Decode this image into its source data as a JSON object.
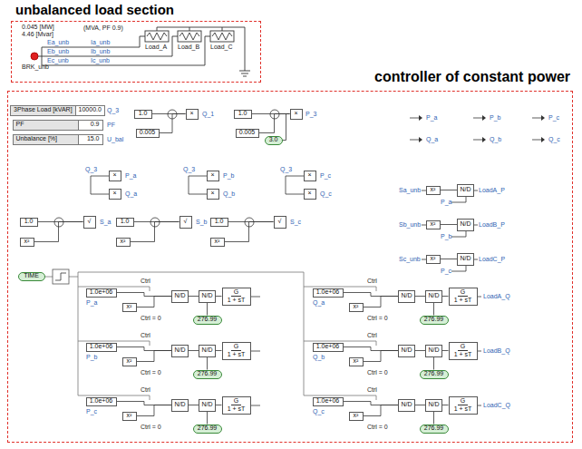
{
  "diagram": {
    "nodes": [
      {
        "text": [
          "unbalanced load section"
        ]
      },
      {
        "text": [
          "controller of constant power"
        ]
      },
      {
        "text": [
          "3Phase Load [kVAR]",
          "10000.0"
        ],
        "in": 1
      },
      {
        "text": [
          "PF",
          "0.9"
        ],
        "in": 1
      },
      {
        "text": [
          "Unbalance [%]",
          "15.0"
        ],
        "in": 1
      },
      {
        "text": [
          "1.0"
        ],
        "in": 1
      },
      {
        "text": [
          "0.005"
        ],
        "in": 1
      },
      {
        "text": [
          "×"
        ],
        "in": 1
      },
      {
        "text": [
          "1.0"
        ],
        "in": 1
      },
      {
        "text": [
          "0.005"
        ],
        "in": 1
      },
      {
        "text": [
          "×"
        ],
        "in": 1
      },
      {
        "text": [
          "3.0"
        ],
        "in": 1
      },
      {
        "text": [
          "×"
        ],
        "in": 1
      },
      {
        "text": [
          "×"
        ],
        "in": 1
      },
      {
        "text": [
          "×"
        ],
        "in": 1
      },
      {
        "text": [
          "×"
        ],
        "in": 1
      },
      {
        "text": [
          "×"
        ],
        "in": 1
      },
      {
        "text": [
          "×"
        ],
        "in": 1
      },
      {
        "text": [
          "1.0"
        ],
        "in": 1
      },
      {
        "text": [
          "√"
        ],
        "in": 1
      },
      {
        "text": [
          "x²"
        ],
        "in": 1
      },
      {
        "text": [
          "1.0"
        ],
        "in": 1
      },
      {
        "text": [
          "√"
        ],
        "in": 1
      },
      {
        "text": [
          "x²"
        ],
        "in": 1
      },
      {
        "text": [
          "1.0"
        ],
        "in": 1
      },
      {
        "text": [
          "√"
        ],
        "in": 1
      },
      {
        "text": [
          "x²"
        ],
        "in": 1
      },
      {
        "text": [
          "x²"
        ],
        "in": 1
      },
      {
        "text": [
          "N/D"
        ],
        "in": 1
      },
      {
        "text": [
          "x²"
        ],
        "in": 1
      },
      {
        "text": [
          "N/D"
        ],
        "in": 1
      },
      {
        "text": [
          "x²"
        ],
        "in": 1
      },
      {
        "text": [
          "N/D"
        ],
        "in": 1
      },
      {
        "text": [
          "TIME"
        ],
        "in": 1
      },
      {
        "text": [
          "1.0e+06"
        ],
        "in": 1
      },
      {
        "text": [
          "x²"
        ],
        "in": 1
      },
      {
        "text": [
          "N/D"
        ],
        "in": 1
      },
      {
        "text": [
          "N/D"
        ],
        "in": 1
      },
      {
        "text": [
          "G",
          "1 + sT"
        ],
        "in": 1
      },
      {
        "text": [
          "276.99"
        ],
        "in": 1
      },
      {
        "text": [
          "1.0e+06"
        ],
        "in": 1
      },
      {
        "text": [
          "x²"
        ],
        "in": 1
      },
      {
        "text": [
          "N/D"
        ],
        "in": 1
      },
      {
        "text": [
          "N/D"
        ],
        "in": 1
      },
      {
        "text": [
          "G",
          "1 + sT"
        ],
        "in": 1
      },
      {
        "text": [
          "276.99"
        ],
        "in": 1
      },
      {
        "text": [
          "1.0e+06"
        ],
        "in": 1
      },
      {
        "text": [
          "x²"
        ],
        "in": 1
      },
      {
        "text": [
          "N/D"
        ],
        "in": 1
      },
      {
        "text": [
          "N/D"
        ],
        "in": 1
      },
      {
        "text": [
          "G",
          "1 + sT"
        ],
        "in": 1
      },
      {
        "text": [
          "276.99"
        ],
        "in": 1
      },
      {
        "text": [
          "1.0e+06"
        ],
        "in": 1
      },
      {
        "text": [
          "x²"
        ],
        "in": 1
      },
      {
        "text": [
          "N/D"
        ],
        "in": 1
      },
      {
        "text": [
          "N/D"
        ],
        "in": 1
      },
      {
        "text": [
          "G",
          "1 + sT"
        ],
        "in": 1
      },
      {
        "text": [
          "276.99"
        ],
        "in": 1
      },
      {
        "text": [
          "1.0e+06"
        ],
        "in": 1
      },
      {
        "text": [
          "x²"
        ],
        "in": 1
      },
      {
        "text": [
          "N/D"
        ],
        "in": 1
      },
      {
        "text": [
          "N/D"
        ],
        "in": 1
      },
      {
        "text": [
          "G",
          "1 + sT"
        ],
        "in": 1
      },
      {
        "text": [
          "276.99"
        ],
        "in": 1
      },
      {
        "text": [
          "1.0e+06"
        ],
        "in": 1
      },
      {
        "text": [
          "x²"
        ],
        "in": 1
      },
      {
        "text": [
          "N/D"
        ],
        "in": 1
      },
      {
        "text": [
          "N/D"
        ],
        "in": 1
      },
      {
        "text": [
          "G",
          "1 + sT"
        ],
        "in": 1
      },
      {
        "text": [
          "276.99"
        ],
        "in": 1
      }
    ],
    "edges": [
      {
        "from": 5,
        "to": 7,
        "arrow": "none"
      },
      {
        "from": 6,
        "to": 7,
        "arrow": "none"
      },
      {
        "from": 8,
        "to": 10,
        "arrow": "none"
      },
      {
        "from": 9,
        "to": 10,
        "arrow": "none"
      },
      {
        "from": 11,
        "to": 10,
        "arrow": "none"
      },
      {
        "from": 18,
        "to": 19,
        "arrow": "none"
      },
      {
        "from": 20,
        "to": 19,
        "arrow": "none"
      },
      {
        "from": 21,
        "to": 22,
        "arrow": "none"
      },
      {
        "from": 23,
        "to": 22,
        "arrow": "none"
      },
      {
        "from": 24,
        "to": 25,
        "arrow": "none"
      },
      {
        "from": 26,
        "to": 25,
        "arrow": "none"
      },
      {
        "from": 27,
        "to": 28,
        "arrow": "none"
      },
      {
        "from": 29,
        "to": 30,
        "arrow": "none"
      },
      {
        "from": 31,
        "to": 32,
        "arrow": "none"
      },
      {
        "from": 34,
        "to": 36,
        "arrow": "none"
      },
      {
        "from": 35,
        "to": 36,
        "arrow": "none"
      },
      {
        "from": 36,
        "to": 37,
        "arrow": "none"
      },
      {
        "from": 39,
        "to": 37,
        "arrow": "none"
      },
      {
        "from": 37,
        "to": 38,
        "arrow": "none"
      },
      {
        "from": 40,
        "to": 42,
        "arrow": "none"
      },
      {
        "from": 41,
        "to": 42,
        "arrow": "none"
      },
      {
        "from": 42,
        "to": 43,
        "arrow": "none"
      },
      {
        "from": 45,
        "to": 43,
        "arrow": "none"
      },
      {
        "from": 43,
        "to": 44,
        "arrow": "none"
      },
      {
        "from": 46,
        "to": 48,
        "arrow": "none"
      },
      {
        "from": 47,
        "to": 48,
        "arrow": "none"
      },
      {
        "from": 48,
        "to": 49,
        "arrow": "none"
      },
      {
        "from": 51,
        "to": 49,
        "arrow": "none"
      },
      {
        "from": 49,
        "to": 50,
        "arrow": "none"
      },
      {
        "from": 52,
        "to": 54,
        "arrow": "none"
      },
      {
        "from": 53,
        "to": 54,
        "arrow": "none"
      },
      {
        "from": 54,
        "to": 55,
        "arrow": "none"
      },
      {
        "from": 57,
        "to": 55,
        "arrow": "none"
      },
      {
        "from": 55,
        "to": 56,
        "arrow": "none"
      },
      {
        "from": 58,
        "to": 60,
        "arrow": "none"
      },
      {
        "from": 59,
        "to": 60,
        "arrow": "none"
      },
      {
        "from": 60,
        "to": 61,
        "arrow": "none"
      },
      {
        "from": 63,
        "to": 61,
        "arrow": "none"
      },
      {
        "from": 61,
        "to": 62,
        "arrow": "none"
      },
      {
        "from": 64,
        "to": 66,
        "arrow": "none"
      },
      {
        "from": 65,
        "to": 66,
        "arrow": "none"
      },
      {
        "from": 66,
        "to": 67,
        "arrow": "none"
      },
      {
        "from": 69,
        "to": 67,
        "arrow": "none"
      },
      {
        "from": 67,
        "to": 68,
        "arrow": "none"
      }
    ],
    "labels": [
      "0.045 [MW]",
      "4.46 [Mvar]",
      "(MVA, PF 0.9)",
      "Ea_unb",
      "Eb_unb",
      "Ec_unb",
      "Ia_unb",
      "Ib_unb",
      "Ic_unb",
      "Load_A",
      "Load_B",
      "Load_C",
      "BRK_unb",
      "Q_3",
      "PF",
      "U_bal",
      "Q_1",
      "P_3",
      "P_a",
      "P_b",
      "P_c",
      "Q_a",
      "Q_b",
      "Q_c",
      "Q_3",
      "P_a",
      "Q_a",
      "Q_3",
      "P_b",
      "Q_b",
      "Q_3",
      "P_c",
      "Q_c",
      "S_a",
      "S_b",
      "S_c",
      "Sa_unb",
      "P_a",
      "LoadA_P",
      "Sb_unb",
      "P_b",
      "LoadB_P",
      "Sc_unb",
      "P_c",
      "LoadC_P",
      "Ctrl",
      "Ctrl = 0",
      "P_a",
      "Ctrl",
      "Ctrl = 0",
      "Q_a",
      "LoadA_Q",
      "Ctrl",
      "Ctrl = 0",
      "P_b",
      "Ctrl",
      "Ctrl = 0",
      "Q_b",
      "LoadB_Q",
      "Ctrl",
      "Ctrl = 0",
      "P_c",
      "Ctrl",
      "Ctrl = 0",
      "Q_c",
      "LoadC_Q"
    ]
  }
}
